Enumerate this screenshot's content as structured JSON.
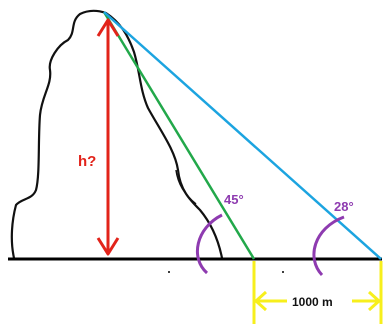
{
  "labels": {
    "height": "h?",
    "angle_near": "45°",
    "angle_far": "28°",
    "distance": "1000 m"
  },
  "colors": {
    "mountain_outline": "#111111",
    "ground": "#000000",
    "height_arrow": "#e2231a",
    "line_near": "#22a84a",
    "line_far": "#1ca4e0",
    "angle_arcs": "#8e3bb0",
    "dimension": "#f7ef1c"
  }
}
